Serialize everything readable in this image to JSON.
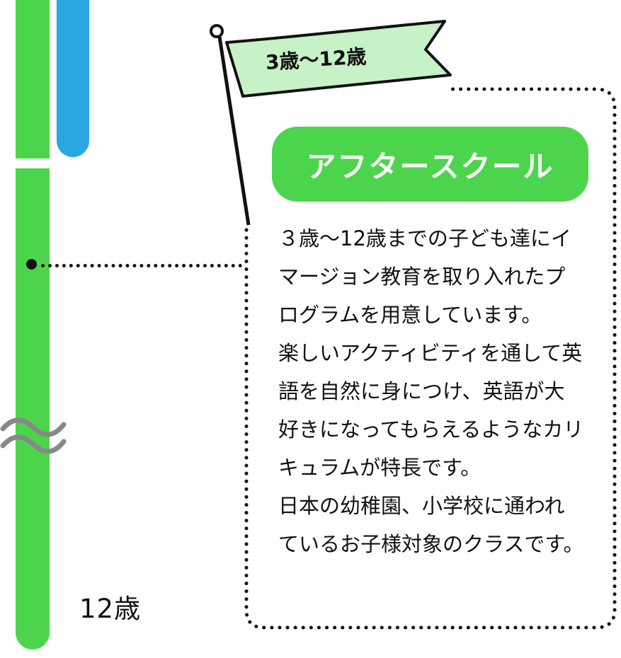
{
  "timeline": {
    "age_label": "12歳",
    "colors": {
      "green": "#4cd54c",
      "blue": "#29a7e1",
      "flag_fill": "#c7f1c7"
    },
    "break_icon": "wave-break-icon"
  },
  "flag": {
    "label": "3歳〜12歳"
  },
  "program": {
    "title": "アフタースクール",
    "description": "３歳〜12歳までの子ども達にイ\nマージョン教育を取り入れたプ\nログラムを用意しています。\n楽しいアクティビティを通して英\n語を自然に身につけ、英語が大\n好きになってもらえるようなカリ\nキュラムが特長です。\n日本の幼稚園、小学校に通われ\nているお子様対象のクラスです。"
  }
}
